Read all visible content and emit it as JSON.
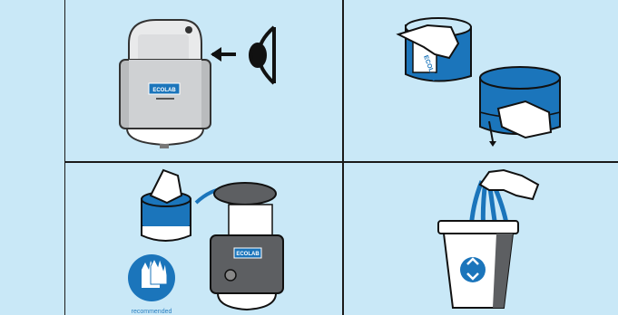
{
  "brand": {
    "logo_text": "ECOLAB",
    "color": "#1b75bb"
  },
  "colors": {
    "panel_bg": "#c9e8f7",
    "blue": "#1b75bb",
    "dark": "#1a1a1a",
    "gray": "#5d5f62"
  },
  "steps": [
    {
      "id": 1,
      "icons": [
        "dispenser-icon",
        "arrow-left-icon",
        "eye-icon"
      ]
    },
    {
      "id": 2,
      "icons": [
        "wipes-canister-icon",
        "hand-icon",
        "wipes-roll-icon",
        "arrow-down-icon"
      ]
    },
    {
      "id": 3,
      "icons": [
        "wipes-roll-icon",
        "curved-arrow-icon",
        "open-dispenser-icon",
        "gloves-icon"
      ],
      "caption": "recommended"
    },
    {
      "id": 4,
      "icons": [
        "hand-icon",
        "wipes-strands-icon",
        "recycle-bin-icon"
      ]
    }
  ]
}
